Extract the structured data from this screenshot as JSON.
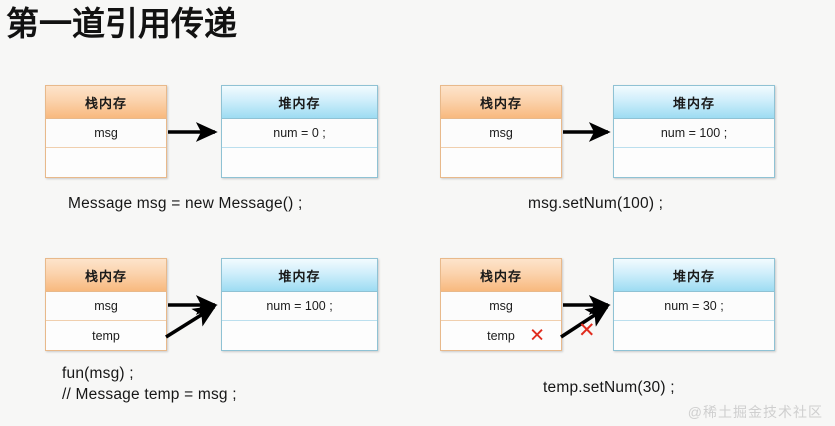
{
  "title": "第一道引用传递",
  "labels": {
    "stack_header": "栈内存",
    "heap_header": "堆内存",
    "x_mark": "✕"
  },
  "panels": [
    {
      "id": "panel-1",
      "stack": {
        "header": "栈内存",
        "rows": [
          "msg",
          ""
        ]
      },
      "heap": {
        "header": "堆内存",
        "rows": [
          "num = 0 ;",
          ""
        ]
      },
      "caption": "Message msg = new Message() ;",
      "arrows": [
        "msg-to-heap"
      ],
      "x_marks": []
    },
    {
      "id": "panel-2",
      "stack": {
        "header": "栈内存",
        "rows": [
          "msg",
          ""
        ]
      },
      "heap": {
        "header": "堆内存",
        "rows": [
          "num = 100 ;",
          ""
        ]
      },
      "caption": "msg.setNum(100) ;",
      "arrows": [
        "msg-to-heap"
      ],
      "x_marks": []
    },
    {
      "id": "panel-3",
      "stack": {
        "header": "栈内存",
        "rows": [
          "msg",
          "temp"
        ]
      },
      "heap": {
        "header": "堆内存",
        "rows": [
          "num = 100 ;",
          ""
        ]
      },
      "caption": "fun(msg) ;\n// Message temp = msg ;",
      "arrows": [
        "msg-to-heap",
        "temp-to-heap"
      ],
      "x_marks": []
    },
    {
      "id": "panel-4",
      "stack": {
        "header": "栈内存",
        "rows": [
          "msg",
          "temp"
        ]
      },
      "heap": {
        "header": "堆内存",
        "rows": [
          "num = 30 ;",
          ""
        ]
      },
      "caption": "temp.setNum(30) ;",
      "arrows": [
        "msg-to-heap",
        "temp-to-heap"
      ],
      "x_marks": [
        "temp-row",
        "temp-arrow"
      ]
    }
  ],
  "watermark": "@稀土掘金技术社区",
  "colors": {
    "background": "#f7f7f6",
    "stack_border": "#e8b98b",
    "stack_header_top": "#fde4cb",
    "stack_header_bottom": "#f8b97e",
    "heap_border": "#8fc2d4",
    "heap_header_top": "#f2fbfe",
    "heap_header_bottom": "#9ddcf2",
    "arrow": "#000000",
    "x_mark": "#e02b1d",
    "title_text": "#121212",
    "watermark_text": "#cfcfcf"
  }
}
